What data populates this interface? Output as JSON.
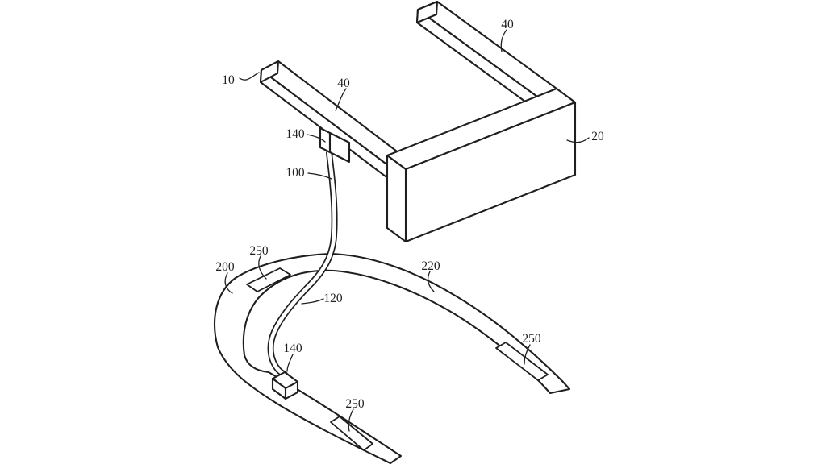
{
  "figure": {
    "background_color": "#ffffff",
    "line_color": "#1f1f1f",
    "reference_labels": [
      {
        "text": "10"
      },
      {
        "text": "40"
      },
      {
        "text": "40"
      },
      {
        "text": "20"
      },
      {
        "text": "140"
      },
      {
        "text": "100"
      },
      {
        "text": "200"
      },
      {
        "text": "250"
      },
      {
        "text": "220"
      },
      {
        "text": "120"
      },
      {
        "text": "140"
      },
      {
        "text": "250"
      },
      {
        "text": "250"
      }
    ]
  }
}
